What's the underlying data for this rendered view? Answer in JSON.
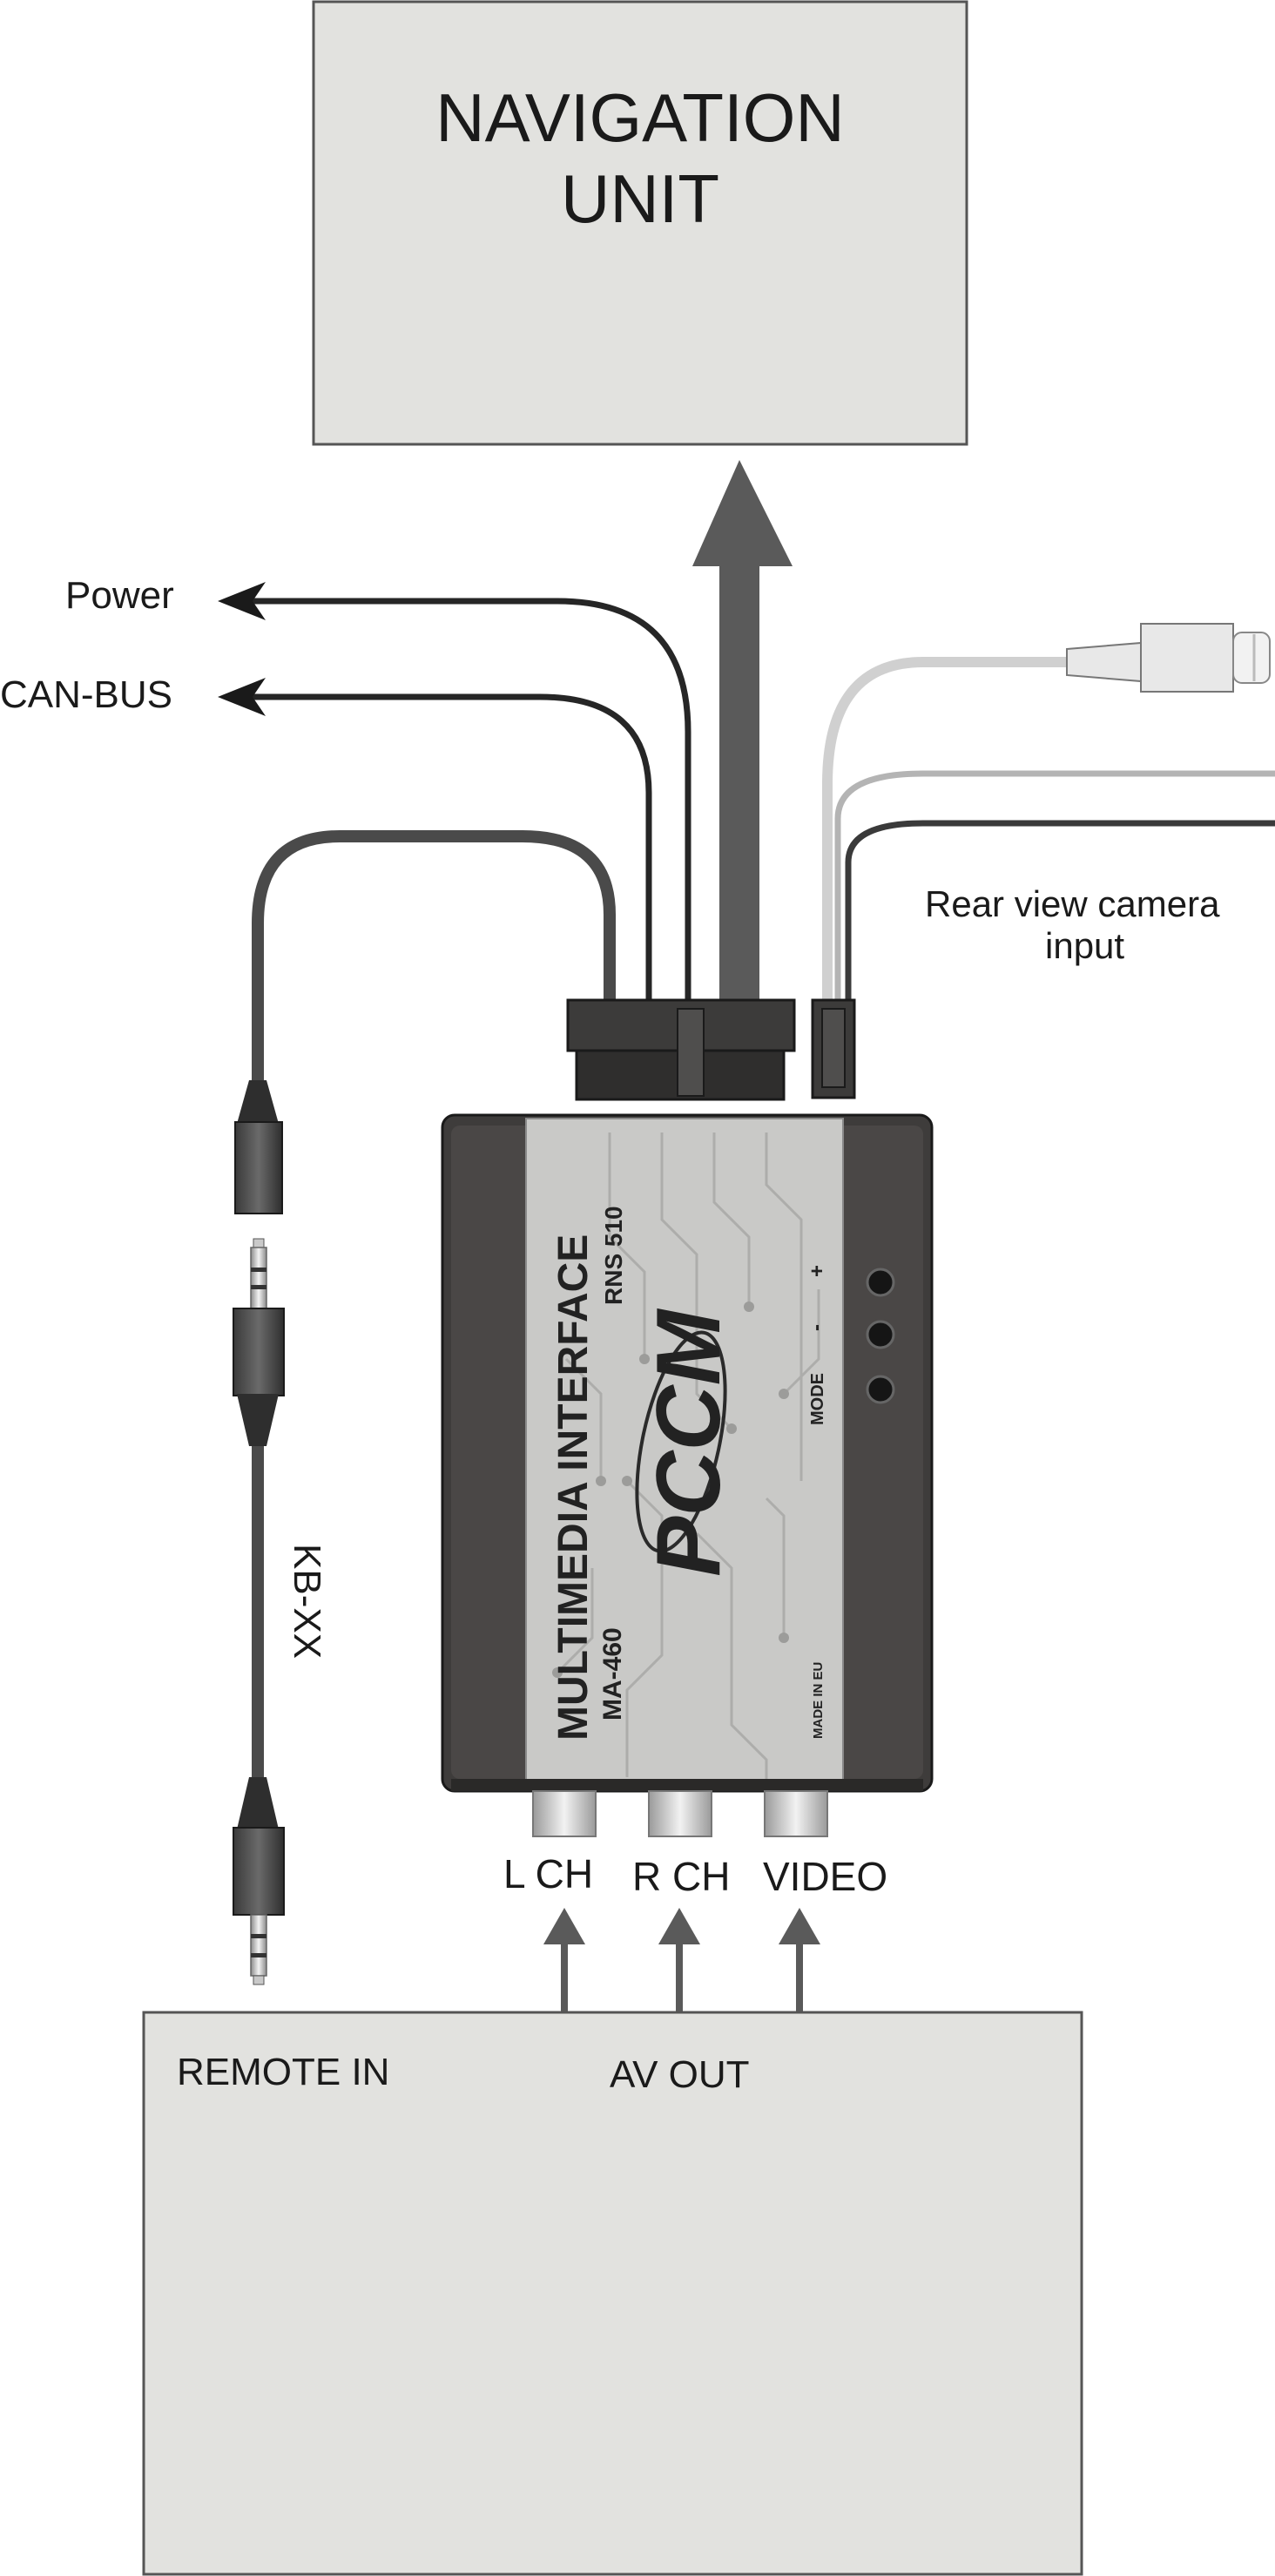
{
  "navigation_unit": {
    "line1": "NAVIGATION",
    "line2": "UNIT"
  },
  "outputs": {
    "power": "Power",
    "canbus": "CAN-BUS"
  },
  "camera": {
    "line1": "Rear view camera",
    "line2": "input"
  },
  "cable_label": "KB-XX",
  "device": {
    "title": "MULTIMEDIA INTERFACE",
    "model": "MA-460",
    "compat": "RNS 510",
    "brand": "PCCM",
    "origin": "MADE IN EU",
    "mode": "MODE",
    "plus": "+",
    "minus": "-"
  },
  "av_ports": {
    "left": "L CH",
    "right": "R CH",
    "video": "VIDEO"
  },
  "source": {
    "remote": "REMOTE IN",
    "av_out": "AV OUT"
  },
  "colors": {
    "box_fill": "#e2e2df",
    "box_stroke": "#555555",
    "cable_dark": "#262626",
    "cable_mid": "#4a4a4a",
    "arrow_gray": "#5a5a5a",
    "device_body": "#4a4746",
    "device_panel": "#c9c9c7",
    "camera_cable": "#d0d0d0"
  }
}
